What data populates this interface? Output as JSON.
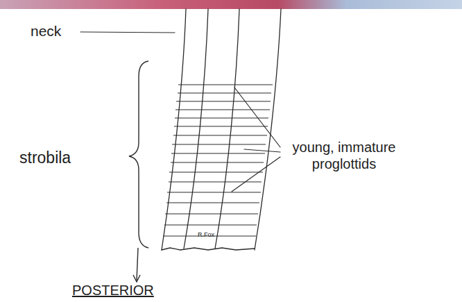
{
  "diagram": {
    "labels": [
      "neck",
      "strobila",
      "young, immature proglottids",
      "POSTERIOR",
      "R.Fox"
    ]
  }
}
